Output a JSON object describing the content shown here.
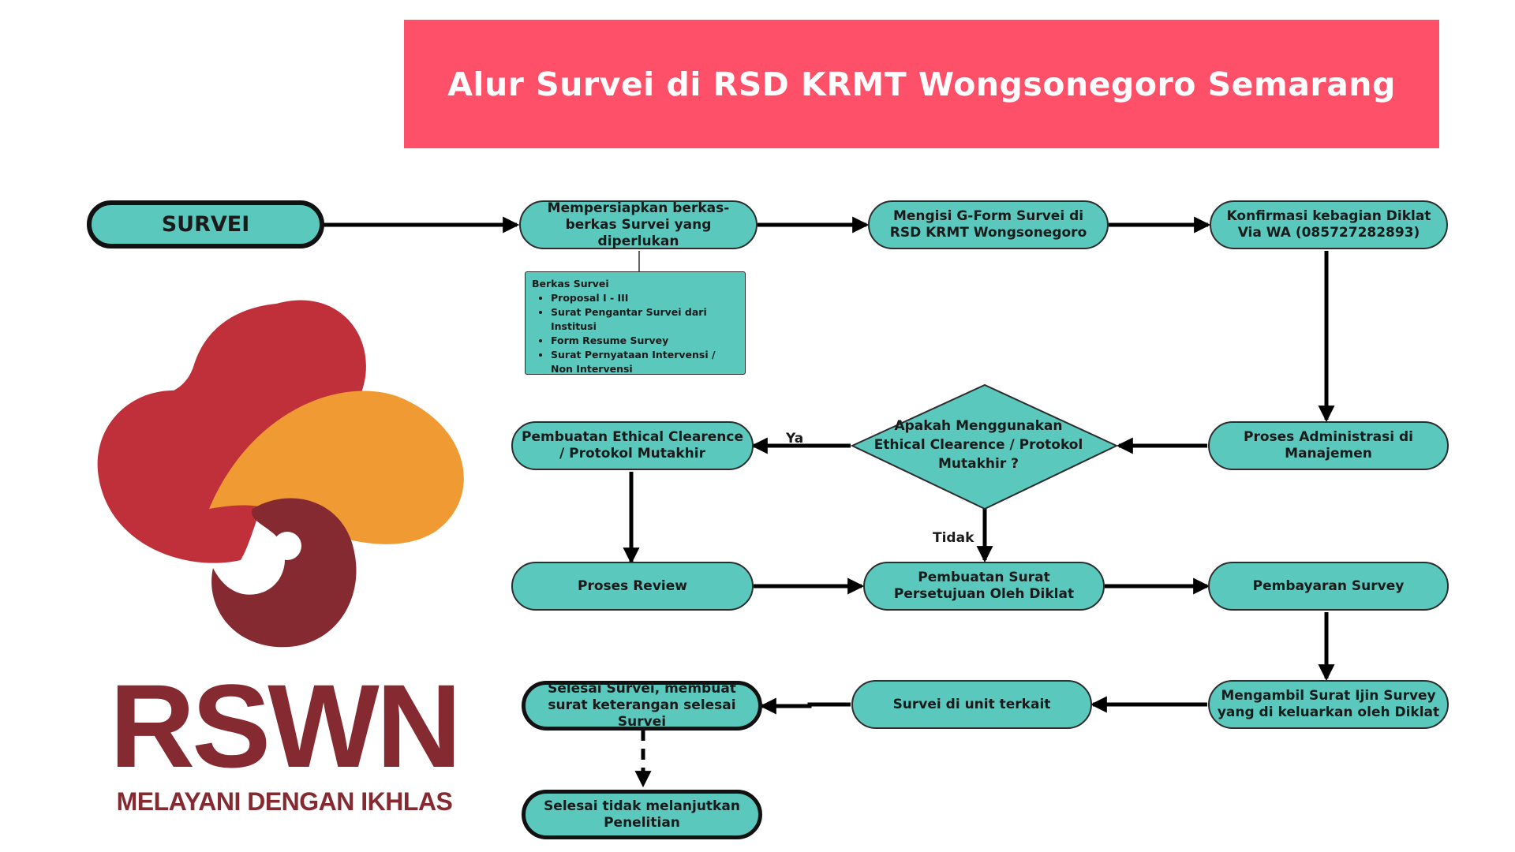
{
  "title": "Alur Survei di RSD KRMT Wongsonegoro Semarang",
  "colors": {
    "banner": "#ff5069",
    "node_fill": "#5ac8bc",
    "logo_red": "#c0303a",
    "logo_orange": "#ef9a33",
    "logo_maroon": "#852a30"
  },
  "nodes": {
    "start": "SURVEI",
    "prepare": "Mempersiapkan berkas-berkas Survei yang diperlukan",
    "gform": "Mengisi G-Form Survei di RSD KRMT Wongsonegoro",
    "confirm": "Konfirmasi kebagian Diklat Via WA (085727282893)",
    "admin": "Proses Administrasi di Manajemen",
    "decision": "Apakah Menggunakan Ethical Clearence / Protokol Mutakhir ?",
    "ethical": "Pembuatan Ethical Clearence / Protokol Mutakhir",
    "review": "Proses Review",
    "approval": "Pembuatan Surat Persetujuan Oleh Diklat",
    "payment": "Pembayaran Survey",
    "permit": "Mengambil Surat Ijin Survey yang di keluarkan oleh Diklat",
    "unit": "Survei di unit terkait",
    "finish": "Selesai Survei, membuat surat keterangan selesai Survei",
    "stop": "Selesai tidak melanjutkan Penelitian"
  },
  "berkas": {
    "heading": "Berkas Survei",
    "items": [
      "Proposal I - III",
      "Surat Pengantar Survei dari Institusi",
      "Form Resume Survey",
      "Surat Pernyataan Intervensi / Non Intervensi"
    ]
  },
  "edge_labels": {
    "yes": "Ya",
    "no": "Tidak"
  },
  "logo": {
    "name": "RSWN",
    "tagline": "MELAYANI DENGAN IKHLAS"
  }
}
